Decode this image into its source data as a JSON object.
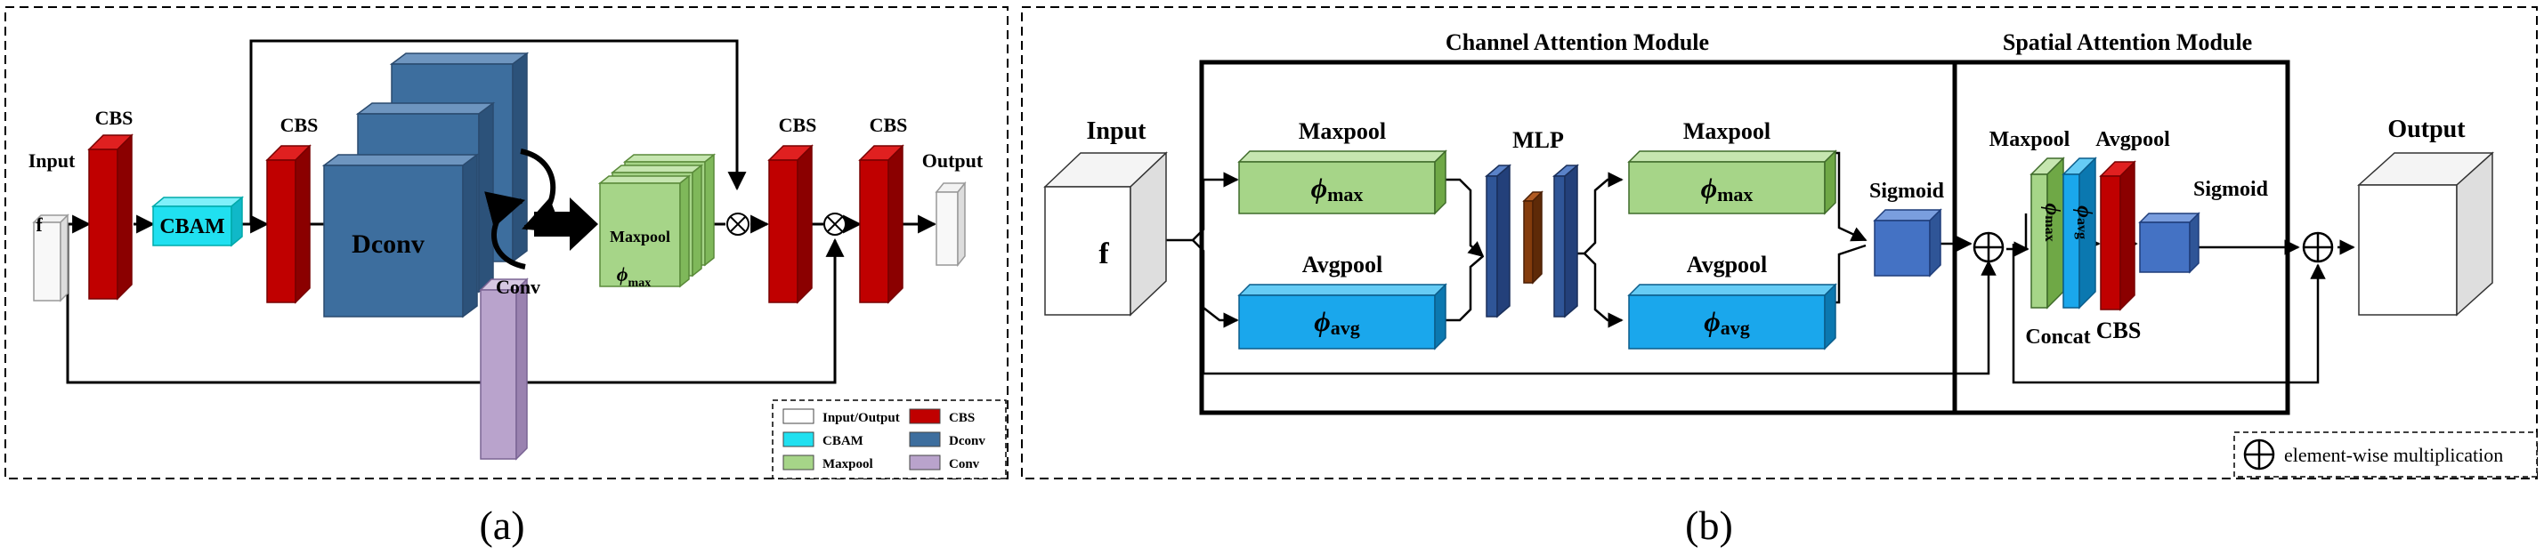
{
  "panel_a": {
    "caption": "(a)",
    "labels": {
      "input": "Input",
      "f": "f",
      "cbs_1": "CBS",
      "cbam": "CBAM",
      "cbs_2": "CBS",
      "dconv": "Dconv",
      "maxpool": "Maxpool",
      "phi": "ϕ",
      "phi_sub": "max",
      "conv": "Conv",
      "cbs_3": "CBS",
      "cbs_4": "CBS",
      "output": "Output"
    },
    "legend": {
      "items": [
        {
          "label": "Input/Output",
          "color": "#ffffff"
        },
        {
          "label": "CBS",
          "color": "#c00000"
        },
        {
          "label": "CBAM",
          "color": "#20e0f0"
        },
        {
          "label": "Dconv",
          "color": "#3d6e9e"
        },
        {
          "label": "Maxpool",
          "color": "#a6d588"
        },
        {
          "label": "Conv",
          "color": "#b9a3cc"
        }
      ]
    }
  },
  "panel_b": {
    "caption": "(b)",
    "labels": {
      "channel_title": "Channel Attention Module",
      "spatial_title": "Spatial Attention Module",
      "input": "Input",
      "f": "f",
      "maxpool_1": "Maxpool",
      "avgpool_1": "Avgpool",
      "mlp": "MLP",
      "maxpool_2": "Maxpool",
      "avgpool_2": "Avgpool",
      "phi": "ϕ",
      "sub_max": "max",
      "sub_avg": "avg",
      "sigmoid_1": "Sigmoid",
      "maxpool_3": "Maxpool",
      "avgpool_3": "Avgpool",
      "concat": "Concat",
      "cbs": "CBS",
      "sigmoid_2": "Sigmoid",
      "output": "Output",
      "legend_text": "element-wise multiplication"
    }
  },
  "colors": {
    "cbs_red": "#c00000",
    "cbam_cyan": "#20e0f0",
    "dconv_blue": "#3d6e9e",
    "maxpool_green": "#a6d588",
    "conv_purple": "#b9a3cc",
    "avg_blue": "#1aa7ec",
    "sigmoid_blue": "#4472c4",
    "mlp_blue": "#2f5597",
    "mlp_brown": "#843c0c"
  }
}
